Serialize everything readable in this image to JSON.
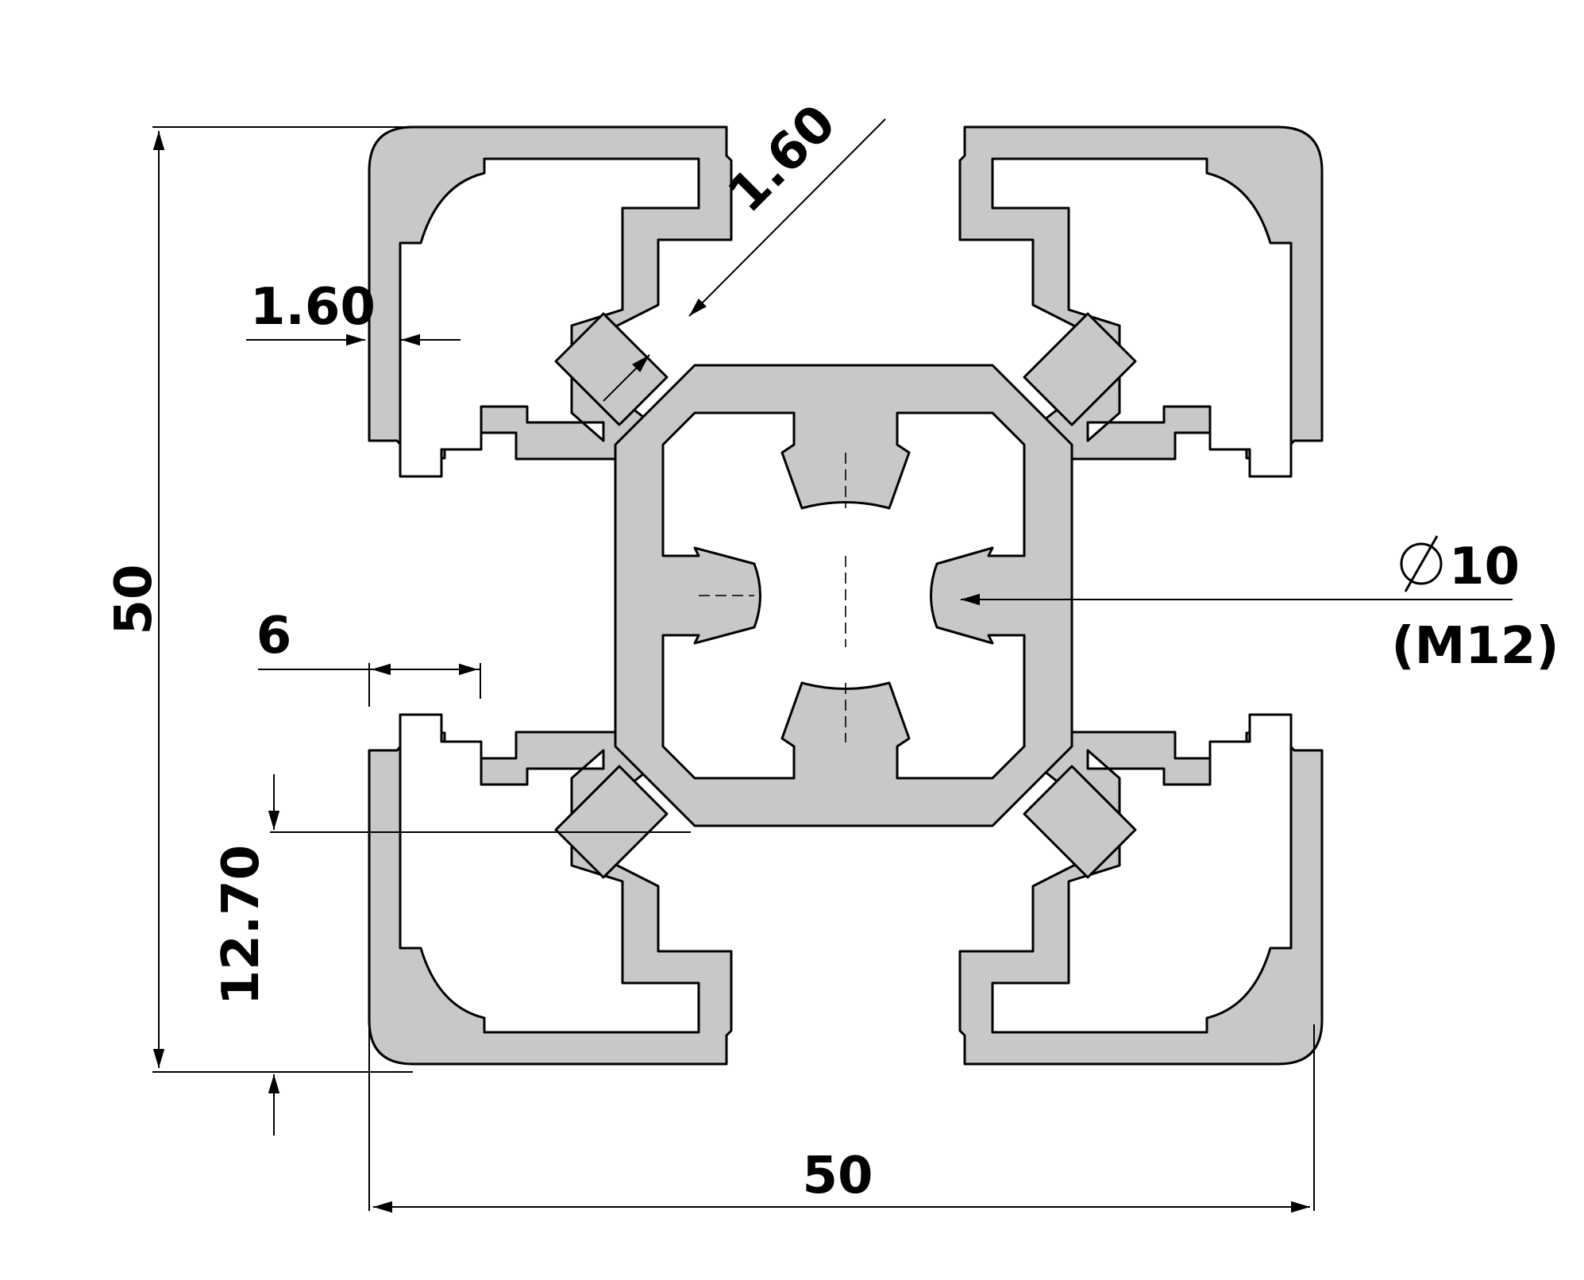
{
  "diagram": {
    "dimensions": {
      "overall_width": "50",
      "overall_height": "50",
      "wall_thickness_left": "1.60",
      "wall_thickness_diagonal": "1.60",
      "slot_width": "6",
      "slot_offset": "12.70",
      "center_bore": "10",
      "center_thread": "(M12)"
    },
    "colors": {
      "profile_fill": "#c8c8c8",
      "outline": "#000000",
      "background": "#ffffff"
    },
    "icons": {
      "diameter": "diameter-symbol-icon"
    }
  }
}
